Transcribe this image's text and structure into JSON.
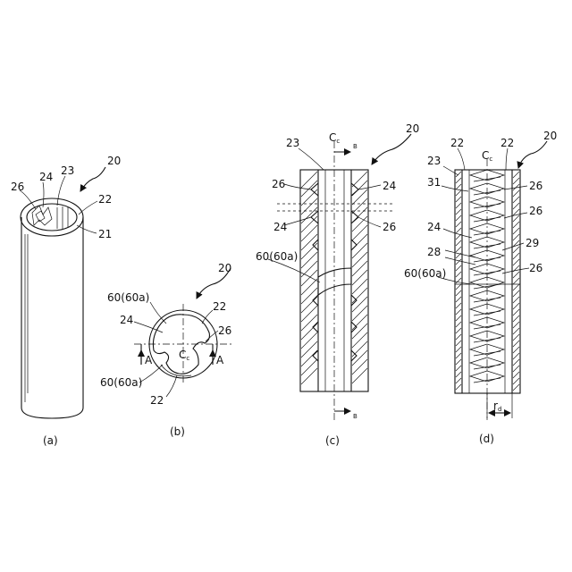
{
  "figure": {
    "panel_a": {
      "caption": "(a)",
      "labels": {
        "l20": "20",
        "l21": "21",
        "l22": "22",
        "l23": "23",
        "l24": "24",
        "l26": "26"
      }
    },
    "panel_b": {
      "caption": "(b)",
      "labels": {
        "l20": "20",
        "l60": "60(60a)",
        "l24": "24",
        "l22top": "22",
        "l26": "26",
        "cc": "C",
        "cc_sub": "c",
        "a_left": "A",
        "a_right": "A",
        "l60b": "60(60a)",
        "l22bot": "22"
      }
    },
    "panel_c": {
      "caption": "(c)",
      "labels": {
        "cc": "C",
        "cc_sub": "c",
        "b_top": "B",
        "b_bot": "B",
        "l20": "20",
        "l23": "23",
        "l26a": "26",
        "l24a": "24",
        "l24b": "24",
        "l26b": "26",
        "l60": "60(60a)"
      }
    },
    "panel_d": {
      "caption": "(d)",
      "labels": {
        "cc": "C",
        "cc_sub": "c",
        "l20": "20",
        "l22a": "22",
        "l22b": "22",
        "l23": "23",
        "l31": "31",
        "l26a": "26",
        "l26b": "26",
        "l24": "24",
        "l28": "28",
        "l29": "29",
        "l60": "60(60a)",
        "l26c": "26",
        "rd": "r",
        "rd_sub": "d"
      }
    }
  }
}
